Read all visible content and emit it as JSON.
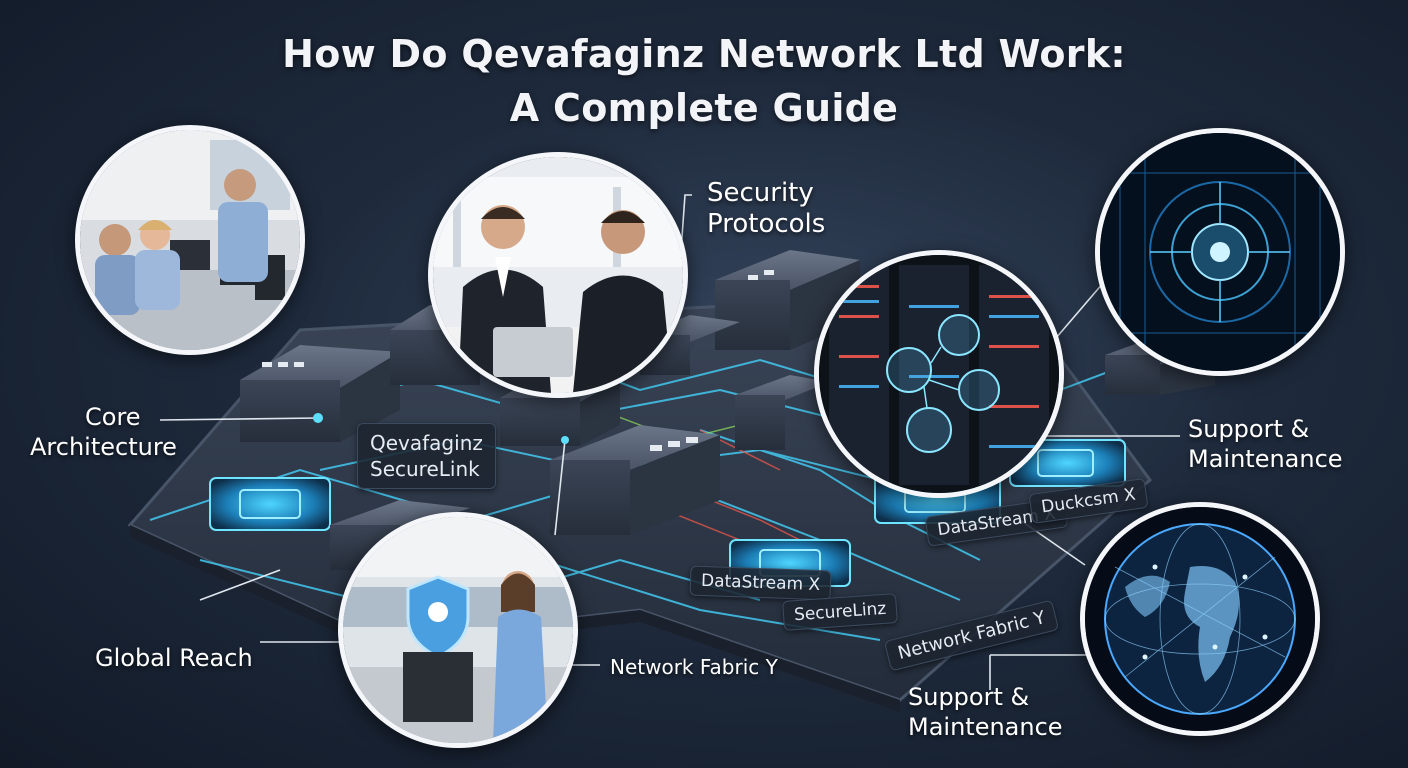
{
  "title": {
    "line1": "How Do Qevafaginz Network Ltd Work:",
    "line2": "A Complete Guide"
  },
  "labels": {
    "security": [
      "Security",
      "Protocols"
    ],
    "core": [
      "Core",
      "Architecture"
    ],
    "securelink": [
      "Qevafaginz",
      "SecureLink"
    ],
    "support_right": [
      "Support &",
      "Maintenance"
    ],
    "support_bottom": [
      "Support &",
      "Maintenance"
    ],
    "global_reach": "Global Reach",
    "network_fabric": "Network Fabric Y"
  },
  "board_chips": {
    "datastream_center": "DataStream X",
    "securelinz": "SecureLinz",
    "datastream_right": "DataStream X",
    "duckcsm": "Duckcsm X",
    "network_fabric_chip": "Network Fabric Y"
  },
  "colors": {
    "accent_cyan": "#3fd0ff",
    "board": "#2c3646",
    "server": "#4a5566"
  }
}
